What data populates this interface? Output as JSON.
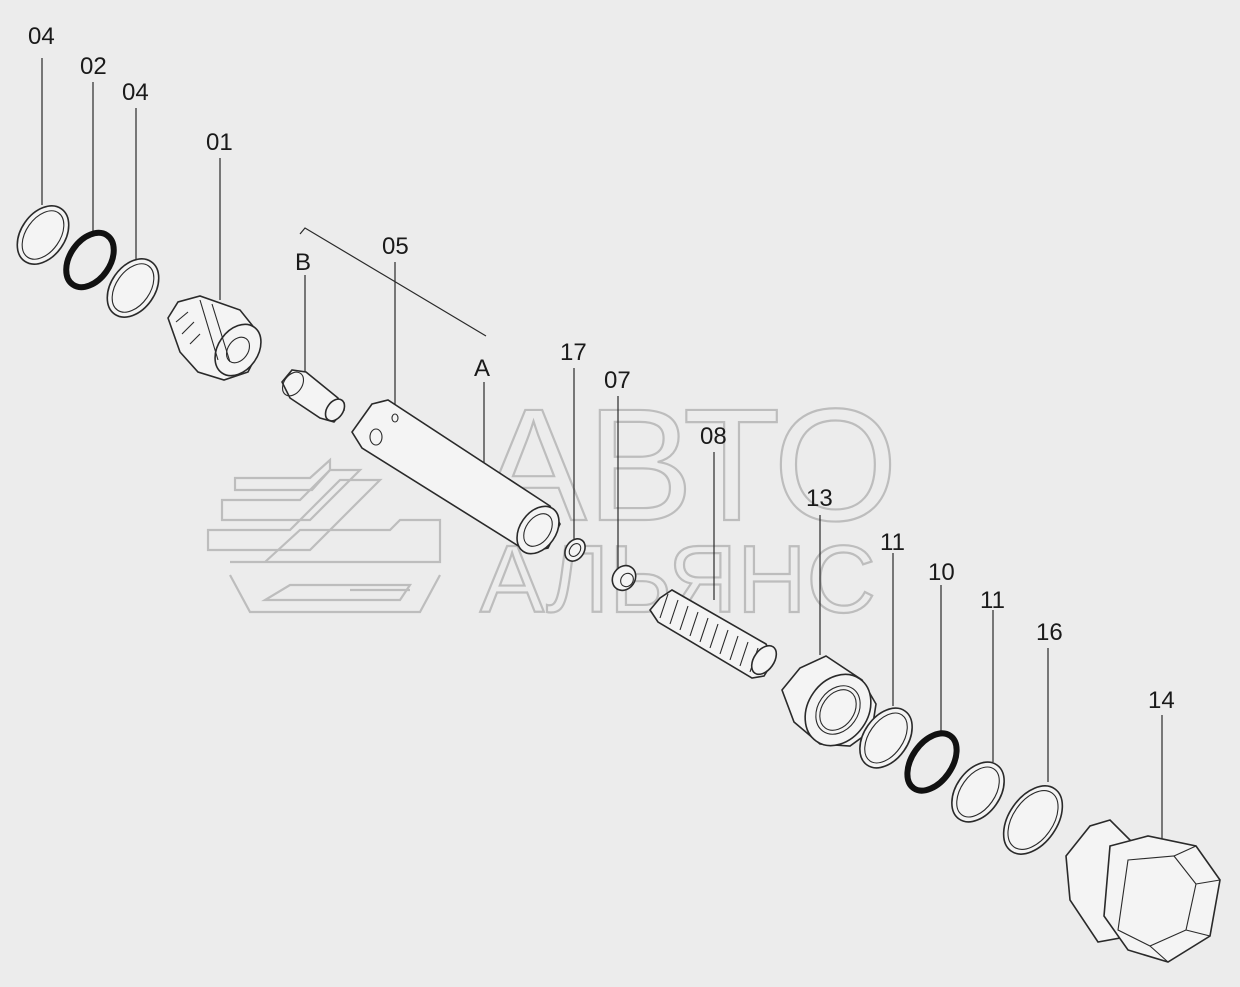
{
  "watermark": {
    "line1": "АВТО",
    "line2": "АЛЬЯНС"
  },
  "callouts": [
    {
      "id": "04"
    },
    {
      "id": "02"
    },
    {
      "id": "04"
    },
    {
      "id": "01"
    },
    {
      "id": "B"
    },
    {
      "id": "05"
    },
    {
      "id": "A"
    },
    {
      "id": "17"
    },
    {
      "id": "07"
    },
    {
      "id": "08"
    },
    {
      "id": "13"
    },
    {
      "id": "11"
    },
    {
      "id": "10"
    },
    {
      "id": "11"
    },
    {
      "id": "16"
    },
    {
      "id": "14"
    }
  ],
  "colors": {
    "background": "#ececec",
    "line": "#2a2a2a",
    "watermark": "#bdbdbd"
  }
}
